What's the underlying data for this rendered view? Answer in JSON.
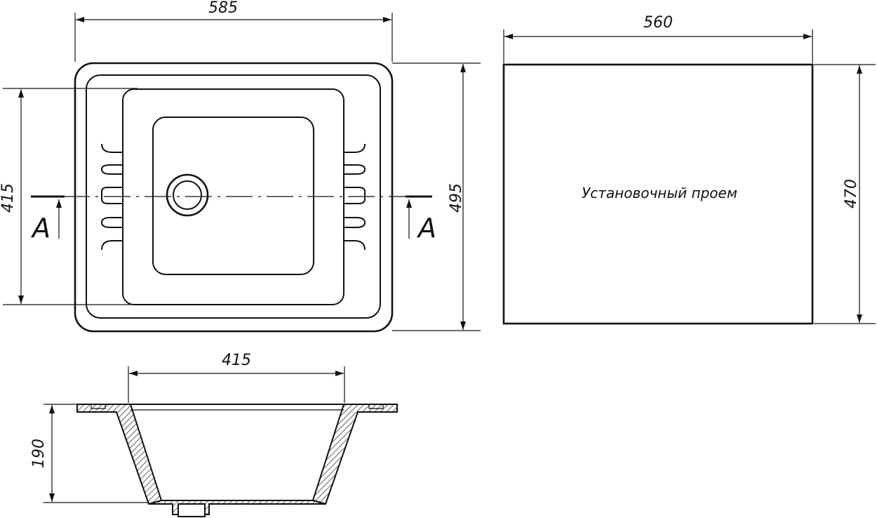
{
  "dimensions": {
    "top_width": "585",
    "top_height_outer": "495",
    "top_height_inner": "415",
    "cutout_width": "560",
    "cutout_height": "470",
    "section_width": "415",
    "section_depth": "190"
  },
  "labels": {
    "cutout": "Установочный проем",
    "section_left": "A",
    "section_right": "A"
  }
}
